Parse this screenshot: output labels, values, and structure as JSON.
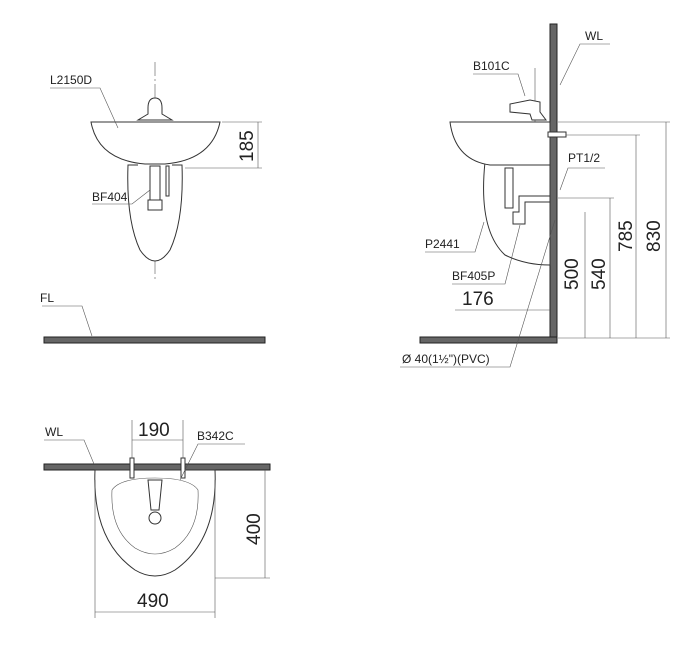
{
  "front_view": {
    "basin_label": "L2150D",
    "trap_label": "BF404",
    "floor_label": "FL",
    "basin_height_dim": "185"
  },
  "side_view": {
    "wall_label": "WL",
    "faucet_label": "B101C",
    "supply_label": "PT1/2",
    "pedestal_label": "P2441",
    "trap_label": "BF405P",
    "drain_label": "Ø 40(1½\")(PVC)",
    "dims": {
      "overall_height": "830",
      "rim_height": "785",
      "supply_height": "540",
      "drain_height": "500",
      "drain_offset": "176"
    }
  },
  "top_view": {
    "wall_label": "WL",
    "fixing_label": "B342C",
    "bolt_spacing_dim": "190",
    "depth_dim": "400",
    "width_dim": "490"
  }
}
